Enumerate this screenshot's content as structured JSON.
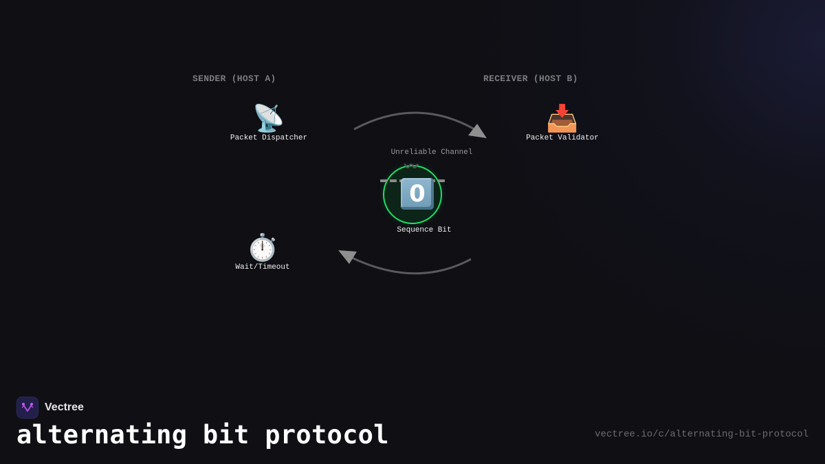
{
  "diagram": {
    "groups": [
      {
        "id": "sender",
        "label": "SENDER (HOST A)"
      },
      {
        "id": "receiver",
        "label": "RECEIVER (HOST B)"
      }
    ],
    "nodes": {
      "packet_dispatcher": {
        "label": "Packet Dispatcher",
        "icon": "satellite-antenna-icon",
        "emoji": "📡"
      },
      "packet_validator": {
        "label": "Packet Validator",
        "icon": "inbox-tray-icon",
        "emoji": "📥"
      },
      "wait_timeout": {
        "label": "Wait/Timeout",
        "icon": "stopwatch-icon",
        "emoji": "⏱️"
      },
      "sequence_bit": {
        "label": "Sequence Bit",
        "icon": "keycap-zero-icon",
        "value": "0",
        "highlight_color": "#22dd66"
      }
    },
    "channel": {
      "label": "Unreliable Channel",
      "icon": "wavy-dash-icon",
      "glyph": "〰"
    },
    "edges": [
      {
        "from": "packet_dispatcher",
        "to": "packet_validator",
        "direction": "forward"
      },
      {
        "from": "sequence_bit",
        "to": "wait_timeout",
        "direction": "return"
      }
    ]
  },
  "branding": {
    "name": "Vectree",
    "title": "alternating bit protocol",
    "url": "vectree.io/c/alternating-bit-protocol",
    "accent": "#a24ad8"
  }
}
